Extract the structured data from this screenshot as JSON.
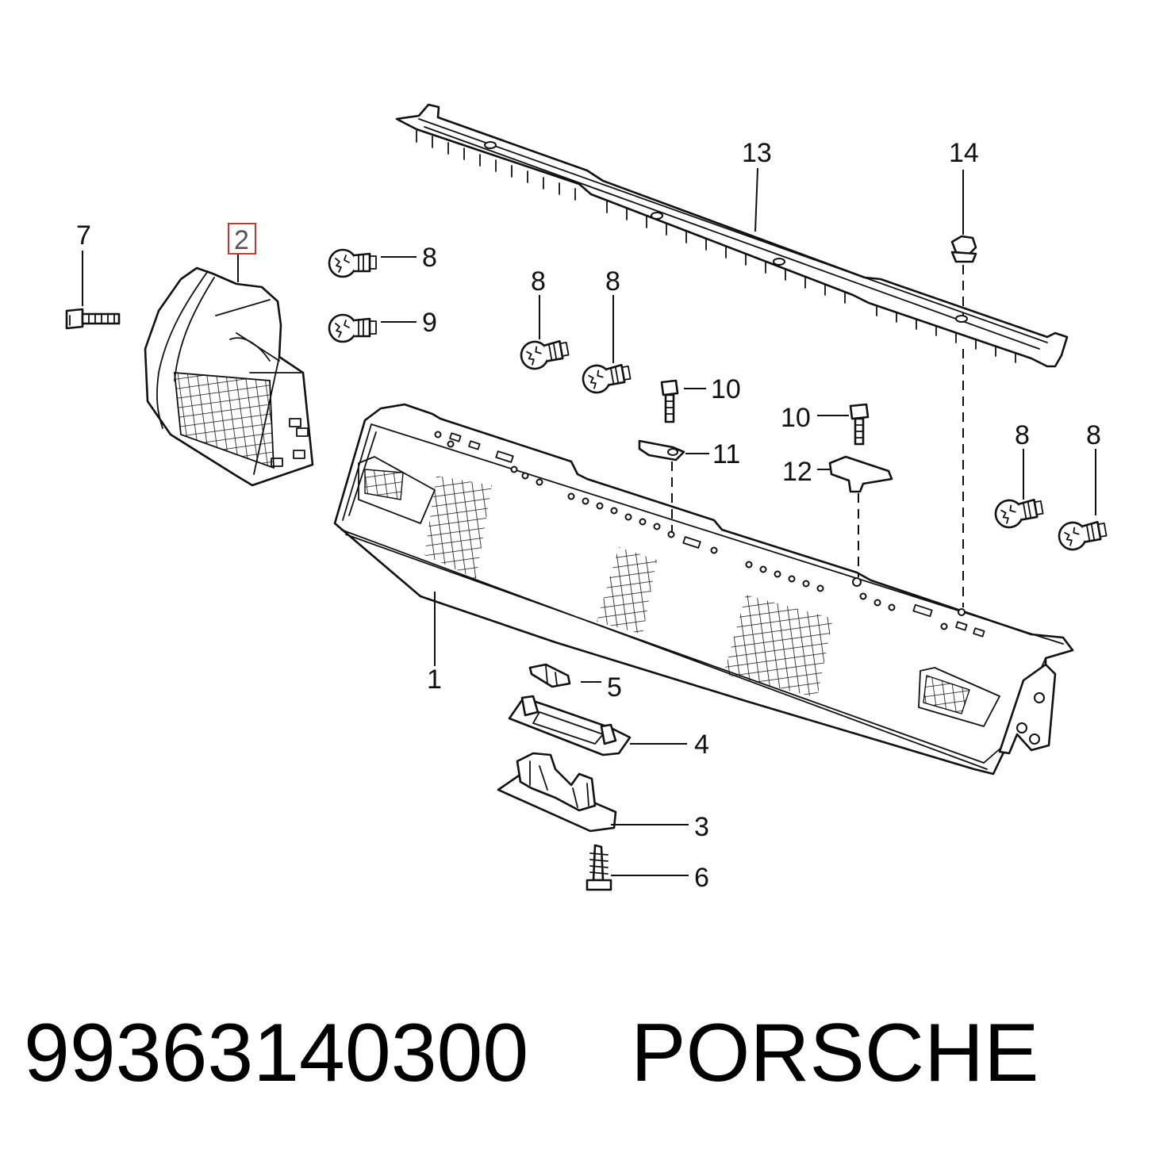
{
  "callouts": {
    "c1": "1",
    "c2": "2",
    "c3": "3",
    "c4": "4",
    "c5": "5",
    "c6": "6",
    "c7": "7",
    "c8a": "8",
    "c8b": "8",
    "c8c": "8",
    "c8d": "8",
    "c8e": "8",
    "c9": "9",
    "c10a": "10",
    "c10b": "10",
    "c11": "11",
    "c12": "12",
    "c13": "13",
    "c14": "14"
  },
  "highlight_color": "#cc3333",
  "footer": {
    "part_number": "99363140300",
    "brand": "PORSCHE"
  }
}
